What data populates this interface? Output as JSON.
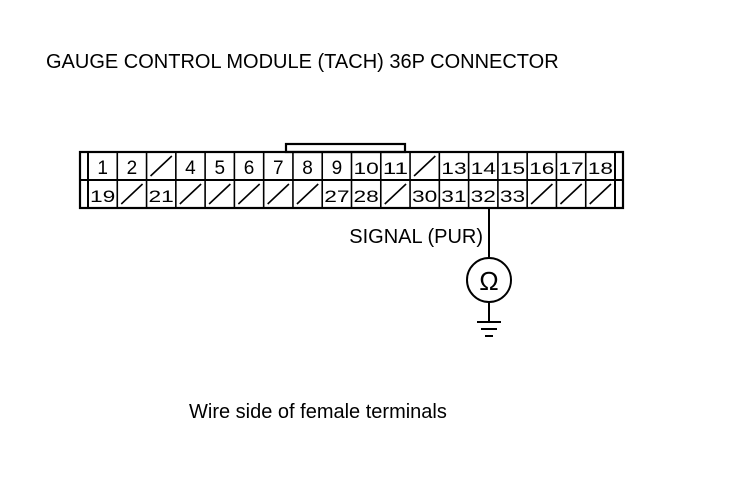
{
  "title": "GAUGE CONTROL MODULE (TACH) 36P CONNECTOR",
  "caption": "Wire side of female terminals",
  "probe": {
    "label": "SIGNAL (PUR)",
    "terminal": "32",
    "meter_symbol": "Ω",
    "meter_icon": "ohmmeter-icon",
    "ground_icon": "ground-icon"
  },
  "connector": {
    "top_row": [
      "1",
      "2",
      "",
      "4",
      "5",
      "6",
      "7",
      "8",
      "9",
      "10",
      "11",
      "",
      "13",
      "14",
      "15",
      "16",
      "17",
      "18"
    ],
    "bottom_row": [
      "19",
      "",
      "21",
      "",
      "",
      "",
      "",
      "",
      "27",
      "28",
      "",
      "30",
      "31",
      "32",
      "33",
      "",
      "",
      ""
    ]
  }
}
